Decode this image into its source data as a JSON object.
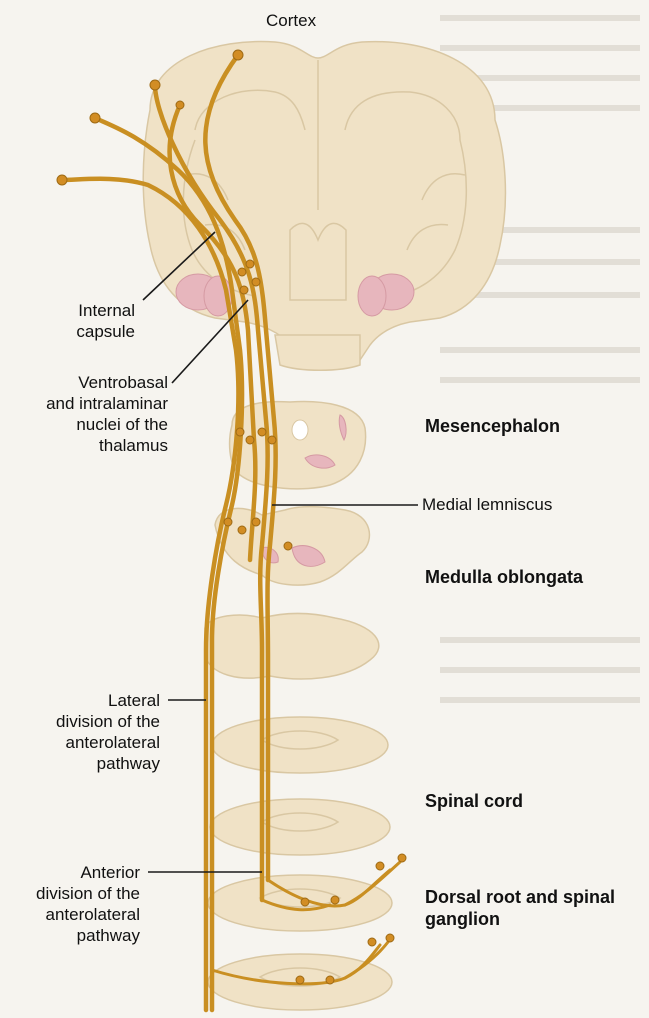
{
  "labels": {
    "cortex": "Cortex",
    "internal_capsule": "Internal\ncapsule",
    "thalamus_nuclei": "Ventrobasal\nand intralaminar\nnuclei of the\nthalamus",
    "mesencephalon": "Mesencephalon",
    "medial_lemniscus": "Medial lemniscus",
    "medulla_oblongata": "Medulla oblongata",
    "lateral_division": "Lateral\ndivision of the\nanterolateral\npathway",
    "spinal_cord": "Spinal cord",
    "anterior_division": "Anterior\ndivision of the\nanterolateral\npathway",
    "dorsal_root": "Dorsal root and spinal\nganglion"
  },
  "colors": {
    "tract": "#c98f22",
    "tissue": "#f0e2c6",
    "nucleus": "#e7b6bd",
    "background": "#f6f4ef"
  }
}
